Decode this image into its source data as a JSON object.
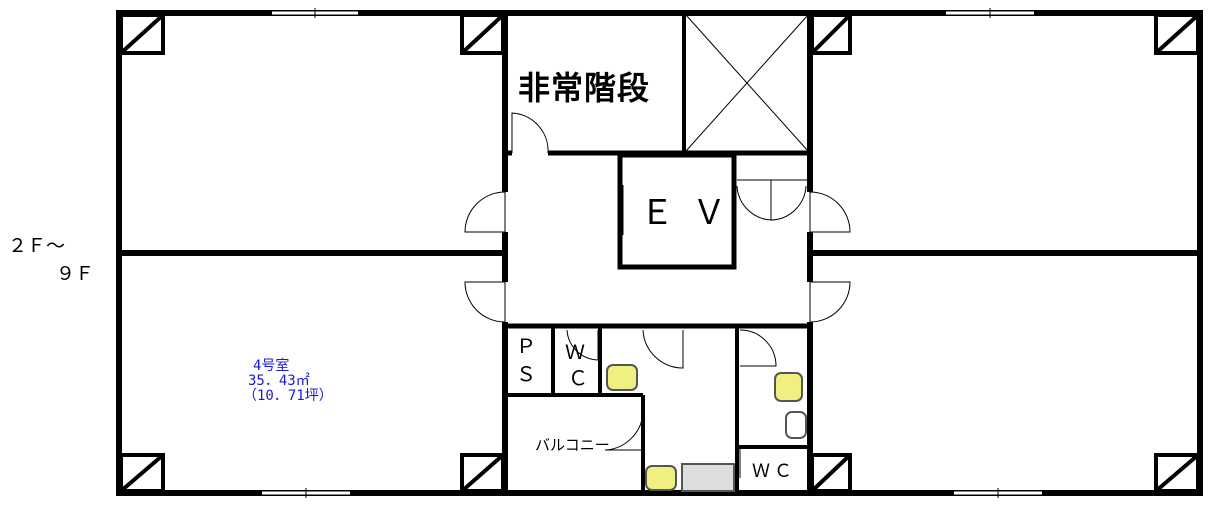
{
  "floor_label": {
    "line1": "２Ｆ～",
    "line2": "９Ｆ"
  },
  "rooms": {
    "emergency_stairs": "非常階段",
    "elevator": "ＥＶ",
    "pipe_space_top": "Ｐ",
    "pipe_space_bottom": "Ｓ",
    "toilet_top": "Ｗ",
    "toilet_bottom": "Ｃ",
    "balcony": "バルコニー",
    "toilet": "ＷＣ"
  },
  "unit": {
    "name": "4号室",
    "area_sqm": "35．43㎡",
    "area_tsubo": "（10．71坪）"
  },
  "colors": {
    "wall": "#000000",
    "unit_text": "#1a1adb",
    "fixture": "#f0f080",
    "fixture_stroke": "#555555",
    "sink": "#dddddd"
  }
}
